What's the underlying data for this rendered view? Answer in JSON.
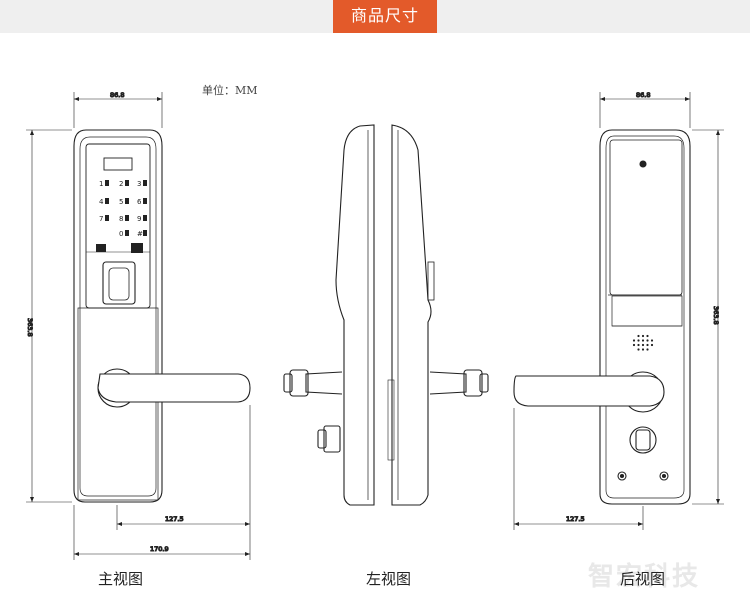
{
  "header": {
    "title": "商品尺寸"
  },
  "unit_label": "单位：MM",
  "dimensions": {
    "front_width": "86.8",
    "front_height": "363.8",
    "front_handle": "127.5",
    "front_total": "170.9",
    "back_width": "86.8",
    "back_height": "363.8",
    "back_handle": "127.5"
  },
  "keypad_keys": [
    "1",
    "2",
    "3",
    "4",
    "5",
    "6",
    "7",
    "8",
    "9",
    "",
    "0",
    "#"
  ],
  "views": {
    "front": "主视图",
    "side": "左视图",
    "back": "后视图"
  },
  "watermark": "智宏科技",
  "colors": {
    "accent": "#e35a2a",
    "line": "#222222"
  }
}
